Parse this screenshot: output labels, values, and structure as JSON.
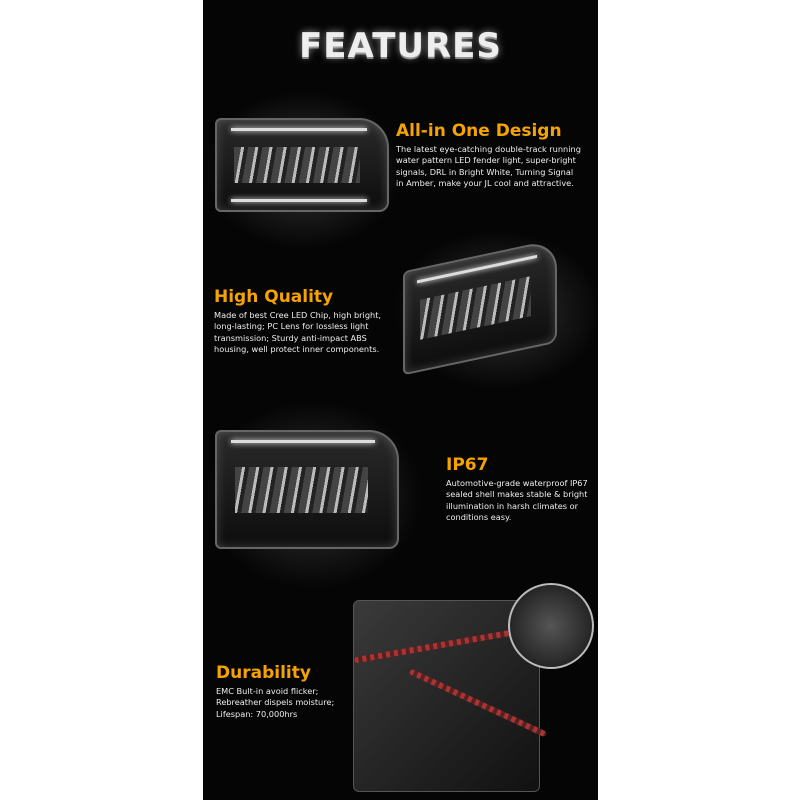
{
  "title": "FEATURES",
  "features": [
    {
      "heading": "All-in One Design",
      "lines": [
        "The latest eye-catching double-track running",
        "water pattern LED fender light, super-bright",
        "signals, DRL in Bright White, Turning Signal",
        "in Amber, make your JL cool and attractive."
      ]
    },
    {
      "heading": "High Quality",
      "lines": [
        "Made of best Cree LED Chip, high bright,",
        "long-lasting; PC Lens for lossless light",
        "transmission; Sturdy anti-impact ABS",
        "housing, well protect inner components."
      ]
    },
    {
      "heading": "IP67",
      "lines": [
        "Automotive-grade waterproof IP67",
        "sealed shell makes stable & bright",
        "illumination in harsh climates or",
        "conditions easy."
      ]
    },
    {
      "heading": "Durability",
      "lines": [
        "EMC Bult-in avoid flicker;",
        "Rebreather dispels moisture;",
        "Lifespan: 70,000hrs"
      ]
    }
  ],
  "colors": {
    "background": "#050505",
    "accent": "#f5a300",
    "text": "#eeeeee"
  }
}
